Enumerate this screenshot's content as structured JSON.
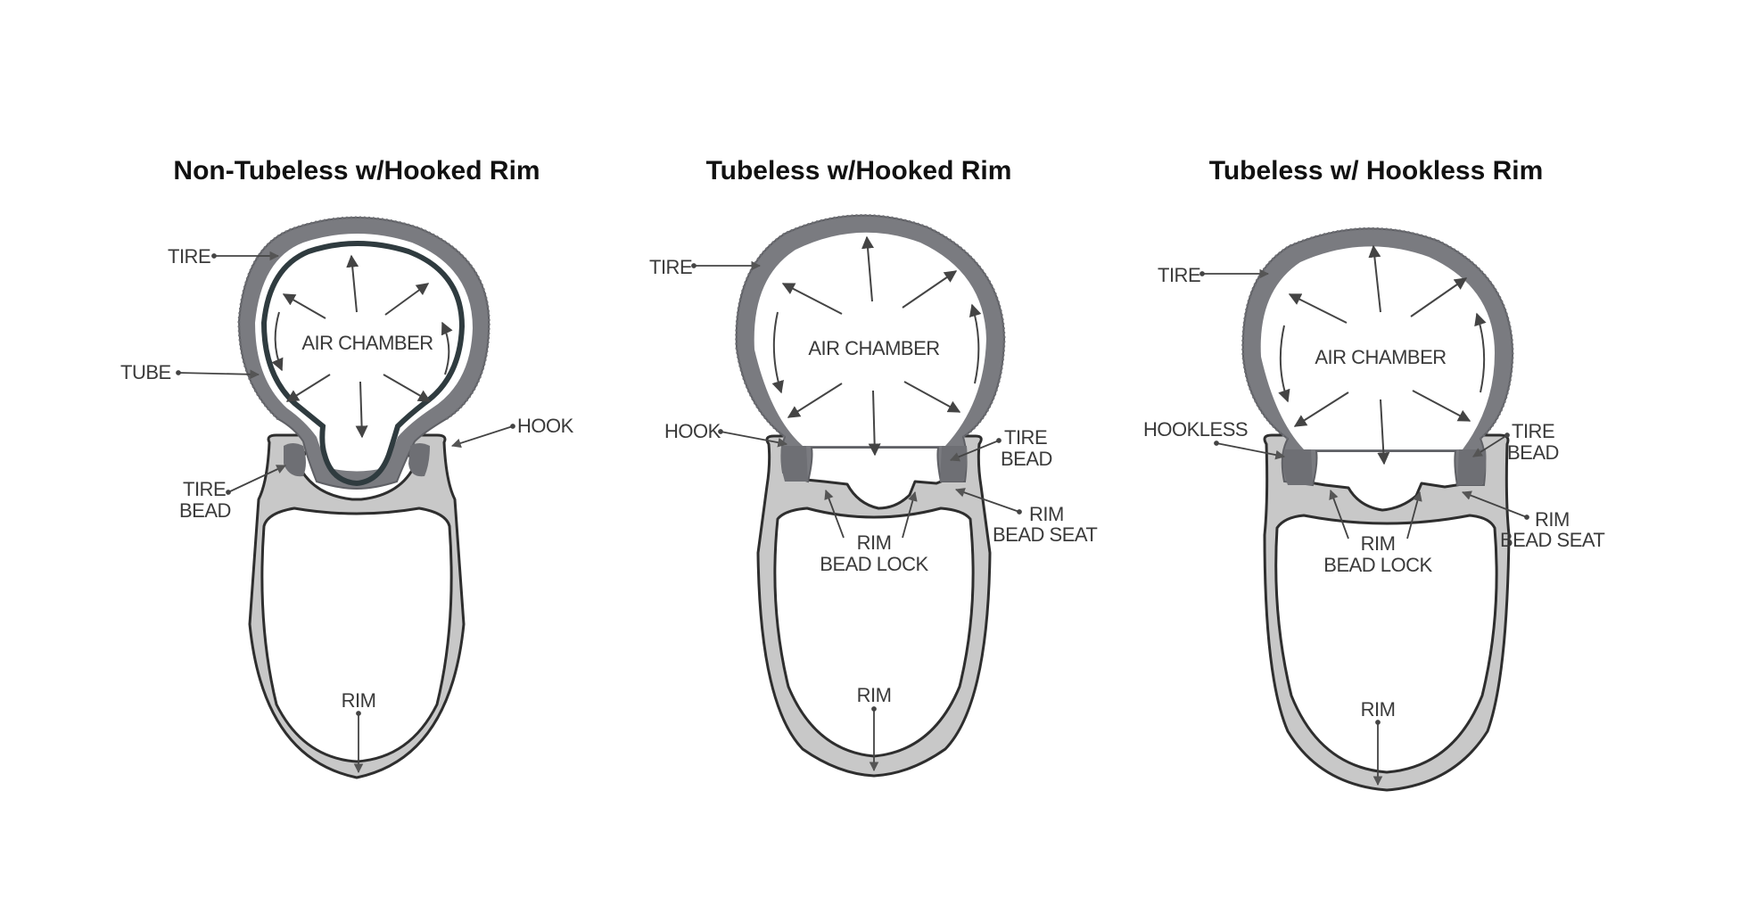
{
  "panels": [
    {
      "title": "Non-Tubeless w/Hooked Rim",
      "labels": {
        "tire": "TIRE",
        "tube": "TUBE",
        "air_chamber": "AIR CHAMBER",
        "hook": "HOOK",
        "tire_bead_1": "TIRE",
        "tire_bead_2": "BEAD",
        "rim": "RIM"
      }
    },
    {
      "title": "Tubeless w/Hooked Rim",
      "labels": {
        "tire": "TIRE",
        "air_chamber": "AIR CHAMBER",
        "hook": "HOOK",
        "tire_bead_1": "TIRE",
        "tire_bead_2": "BEAD",
        "rim_bead_seat_1": "RIM",
        "rim_bead_seat_2": "BEAD SEAT",
        "rim_bead_lock_1": "RIM",
        "rim_bead_lock_2": "BEAD LOCK",
        "rim": "RIM"
      }
    },
    {
      "title": "Tubeless w/ Hookless Rim",
      "labels": {
        "tire": "TIRE",
        "air_chamber": "AIR CHAMBER",
        "hookless": "HOOKLESS",
        "tire_bead_1": "TIRE",
        "tire_bead_2": "BEAD",
        "rim_bead_seat_1": "RIM",
        "rim_bead_seat_2": "BEAD SEAT",
        "rim_bead_lock_1": "RIM",
        "rim_bead_lock_2": "BEAD LOCK",
        "rim": "RIM"
      }
    }
  ],
  "colors": {
    "tire": "#7a7b80",
    "rim": "#c8c8c8",
    "outline": "#2e2e2e",
    "tube": "#2f3b3f",
    "text": "#3a3a3a"
  }
}
